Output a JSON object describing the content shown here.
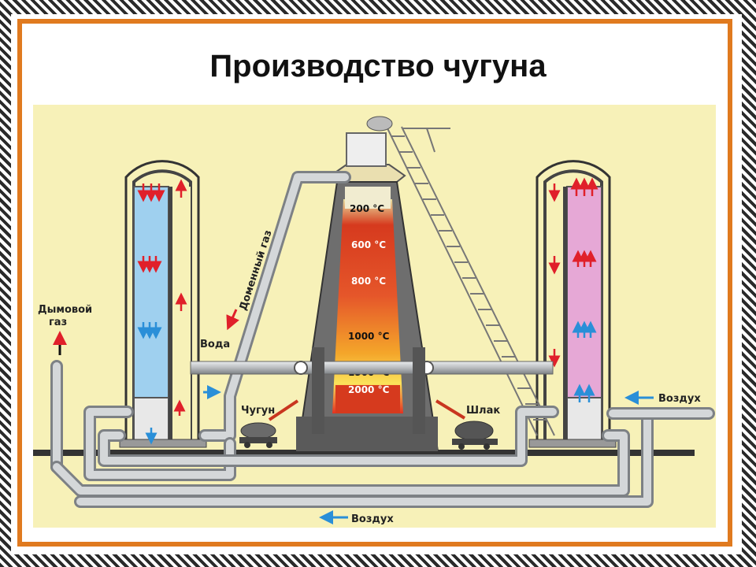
{
  "title": "Производство чугуна",
  "labels": {
    "smoke_gas_line1": "Дымовой",
    "smoke_gas_line2": "газ",
    "blast_gas": "Доменный газ",
    "water": "Вода",
    "iron": "Чугун",
    "slag": "Шлак",
    "air_right": "Воздух",
    "air_bottom": "Воздух"
  },
  "temperatures": [
    "200 °C",
    "600 °C",
    "800 °C",
    "1000 °C",
    "1500 °C",
    "2000 °C"
  ],
  "colors": {
    "frame_orange": "#e07a1f",
    "background": "#f7f1b8",
    "pipe": "#b9bcbf",
    "left_stove": "#9fd0ef",
    "right_stove": "#e6a8d6",
    "arrow_red": "#e0202a",
    "arrow_blue": "#2a8fd8"
  }
}
